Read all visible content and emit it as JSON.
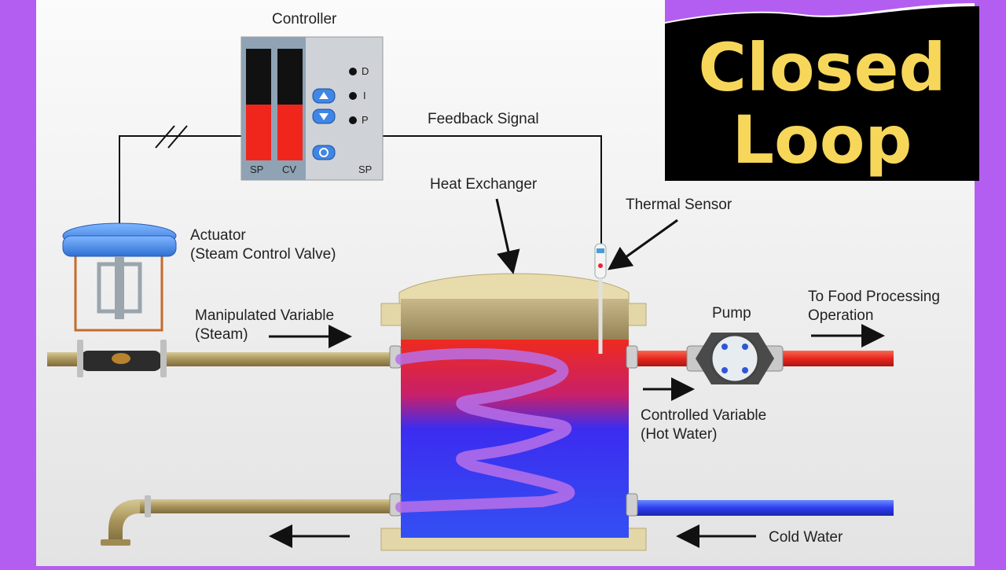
{
  "title": {
    "line1": "Closed",
    "line2": "Loop"
  },
  "labels": {
    "controller": "Controller",
    "feedback_signal": "Feedback Signal",
    "heat_exchanger": "Heat Exchanger",
    "thermal_sensor": "Thermal Sensor",
    "actuator_line1": "Actuator",
    "actuator_line2": "(Steam Control Valve)",
    "manipulated_line1": "Manipulated Variable",
    "manipulated_line2": "(Steam)",
    "pump": "Pump",
    "to_food_line1": "To Food Processing",
    "to_food_line2": "Operation",
    "controlled_line1": "Controlled Variable",
    "controlled_line2": "(Hot Water)",
    "cold_water": "Cold Water"
  },
  "controller": {
    "bar_labels": [
      "SP",
      "CV"
    ],
    "mode_labels": [
      "D",
      "I",
      "P"
    ],
    "corner_label": "SP",
    "sp_level": 0.5,
    "cv_level": 0.5
  },
  "colors": {
    "background": "#ececec",
    "frame": "#b35ef0",
    "title_bg": "#000000",
    "title_text": "#f7d75a",
    "hot": "#e8261f",
    "cold": "#2e3cf0",
    "steam_pipe": "#b7a56e",
    "actuator": "#3f86e6"
  }
}
